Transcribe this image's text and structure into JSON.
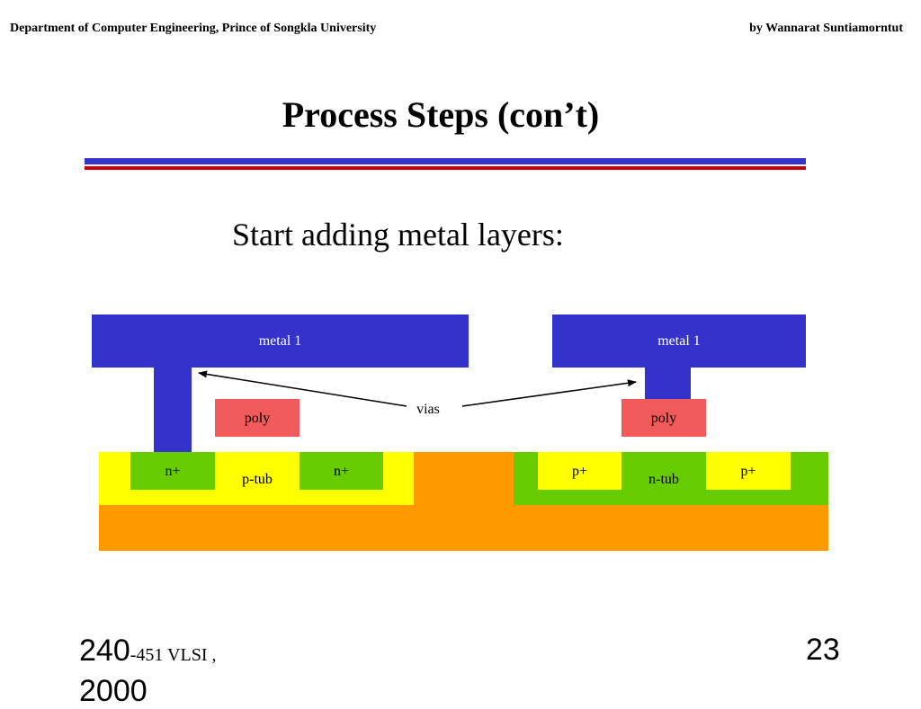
{
  "header": {
    "left": "Department of Computer Engineering, Prince of Songkla University",
    "right": "by Wannarat Suntiamorntut"
  },
  "title": "Process  Steps (con’t)",
  "subtitle": "Start adding metal layers:",
  "diagram": {
    "metal1_left": "metal 1",
    "metal1_right": "metal 1",
    "poly_left": "poly",
    "poly_right": "poly",
    "vias": "vias",
    "nplus_1": "n+",
    "nplus_2": "n+",
    "ptub": "p-tub",
    "pplus_1": "p+",
    "pplus_2": "p+",
    "ntub": "n-tub"
  },
  "colors": {
    "metal": "#3333cc",
    "poly": "#f05a5a",
    "ptub": "#ffff00",
    "ndiff": "#66cc00",
    "substrate": "#ff9900"
  },
  "footer": {
    "course_big": "240",
    "course_small": "-451 VLSI ,",
    "year": "2000",
    "page": "23"
  }
}
